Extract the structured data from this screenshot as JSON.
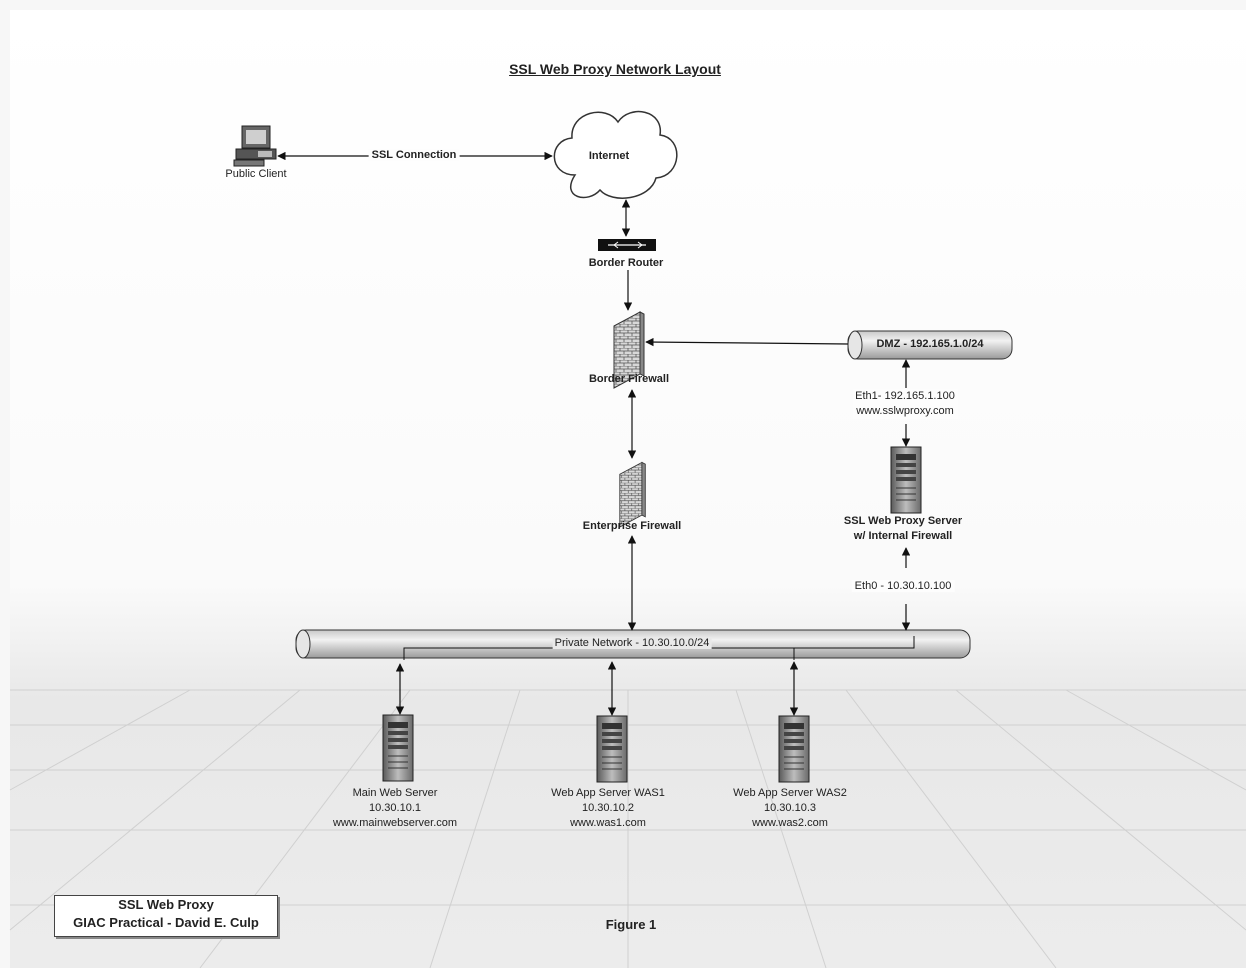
{
  "title": "SSL Web Proxy Network Layout",
  "nodes": {
    "public_client": "Public Client",
    "internet": "Internet",
    "border_router": "Border Router",
    "border_firewall": "Border Firewall",
    "enterprise_firewall": "Enterprise Firewall",
    "ssl_proxy": {
      "line1": "SSL Web Proxy Server",
      "line2": "w/ Internal Firewall"
    },
    "main_web": {
      "name": "Main Web Server",
      "ip": "10.30.10.1",
      "host": "www.mainwebserver.com"
    },
    "was1": {
      "name": "Web App Server WAS1",
      "ip": "10.30.10.2",
      "host": "www.was1.com"
    },
    "was2": {
      "name": "Web App Server WAS2",
      "ip": "10.30.10.3",
      "host": "www.was2.com"
    }
  },
  "networks": {
    "dmz": "DMZ - 192.165.1.0/24",
    "private": "Private Network - 10.30.10.0/24"
  },
  "links": {
    "ssl_connection": "SSL Connection",
    "eth1_ip": "Eth1- 192.165.1.100",
    "eth1_host": "www.sslwproxy.com",
    "eth0": "Eth0 - 10.30.10.100"
  },
  "footer": {
    "line1": "SSL Web Proxy",
    "line2": "GIAC Practical - David E. Culp",
    "figure": "Figure 1"
  }
}
